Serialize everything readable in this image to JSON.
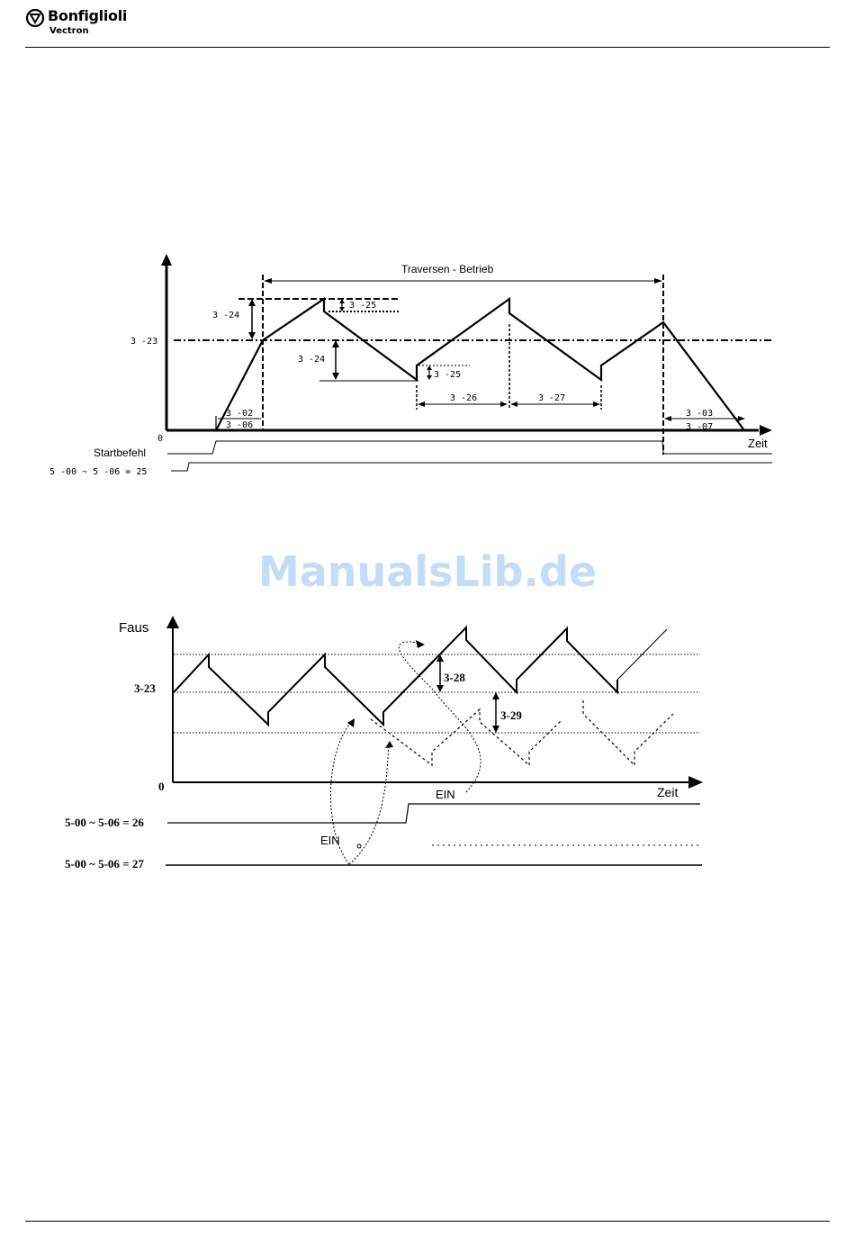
{
  "header": {
    "brand": "Bonfiglioli",
    "sub_brand": "Vectron",
    "logo_icon": "bonfiglioli-logo-icon"
  },
  "watermark": "ManualsLib.de",
  "diagram_1": {
    "title": "Traversen - Betrieb",
    "y_marker": "3 -23",
    "origin": "0",
    "x_label": "Zeit",
    "labels": {
      "amp_upper": "3 -24",
      "amp_lower": "3 -24",
      "jump_top": "3 -25",
      "jump_bottom": "3 -25",
      "rise_time": "3 -26",
      "fall_time": "3 -27",
      "accel_a": "3 -02",
      "accel_b": "3 -06",
      "decel_a": "3 -03",
      "decel_b": "3 -07"
    },
    "signal_start": "Startbefehl",
    "signal_param": "5 -00 ~ 5 -06 = 25"
  },
  "diagram_2": {
    "y_label": "Faus",
    "y_marker": "3-23",
    "origin": "0",
    "x_label": "Zeit",
    "labels": {
      "offset_up": "3-28",
      "offset_down": "3-29"
    },
    "signal_a": "5-00 ~ 5-06 = 26",
    "signal_b": "5-00 ~ 5-06 = 27",
    "ein_upper": "EIN",
    "ein_lower": "EIN"
  }
}
